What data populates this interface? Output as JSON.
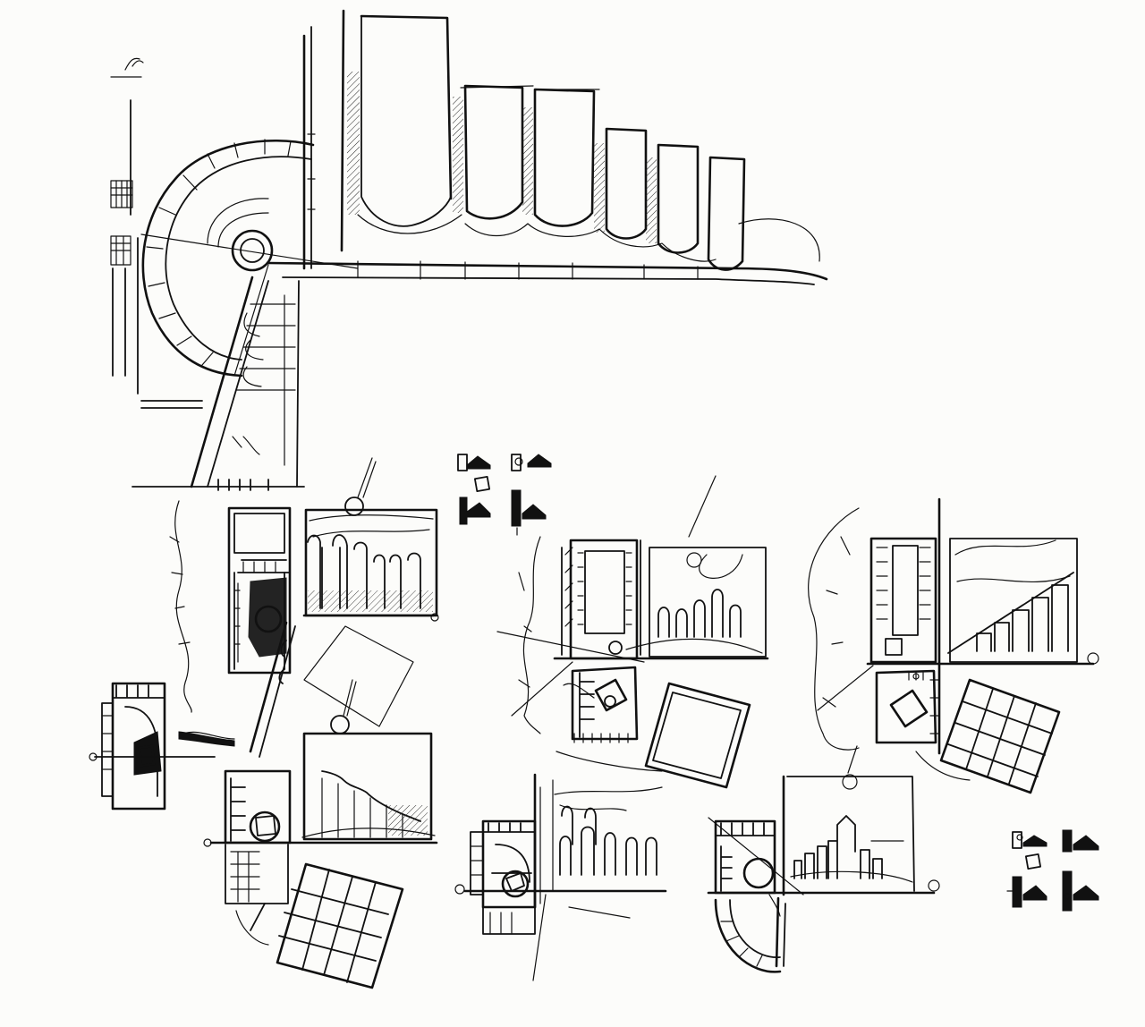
{
  "drawing": {
    "ink_color": "#111111",
    "paper_color": "#fcfcfa",
    "note": ""
  },
  "legends": [
    {
      "id": "legend-top",
      "items": 4
    },
    {
      "id": "legend-bottom-right",
      "items": 4
    }
  ]
}
